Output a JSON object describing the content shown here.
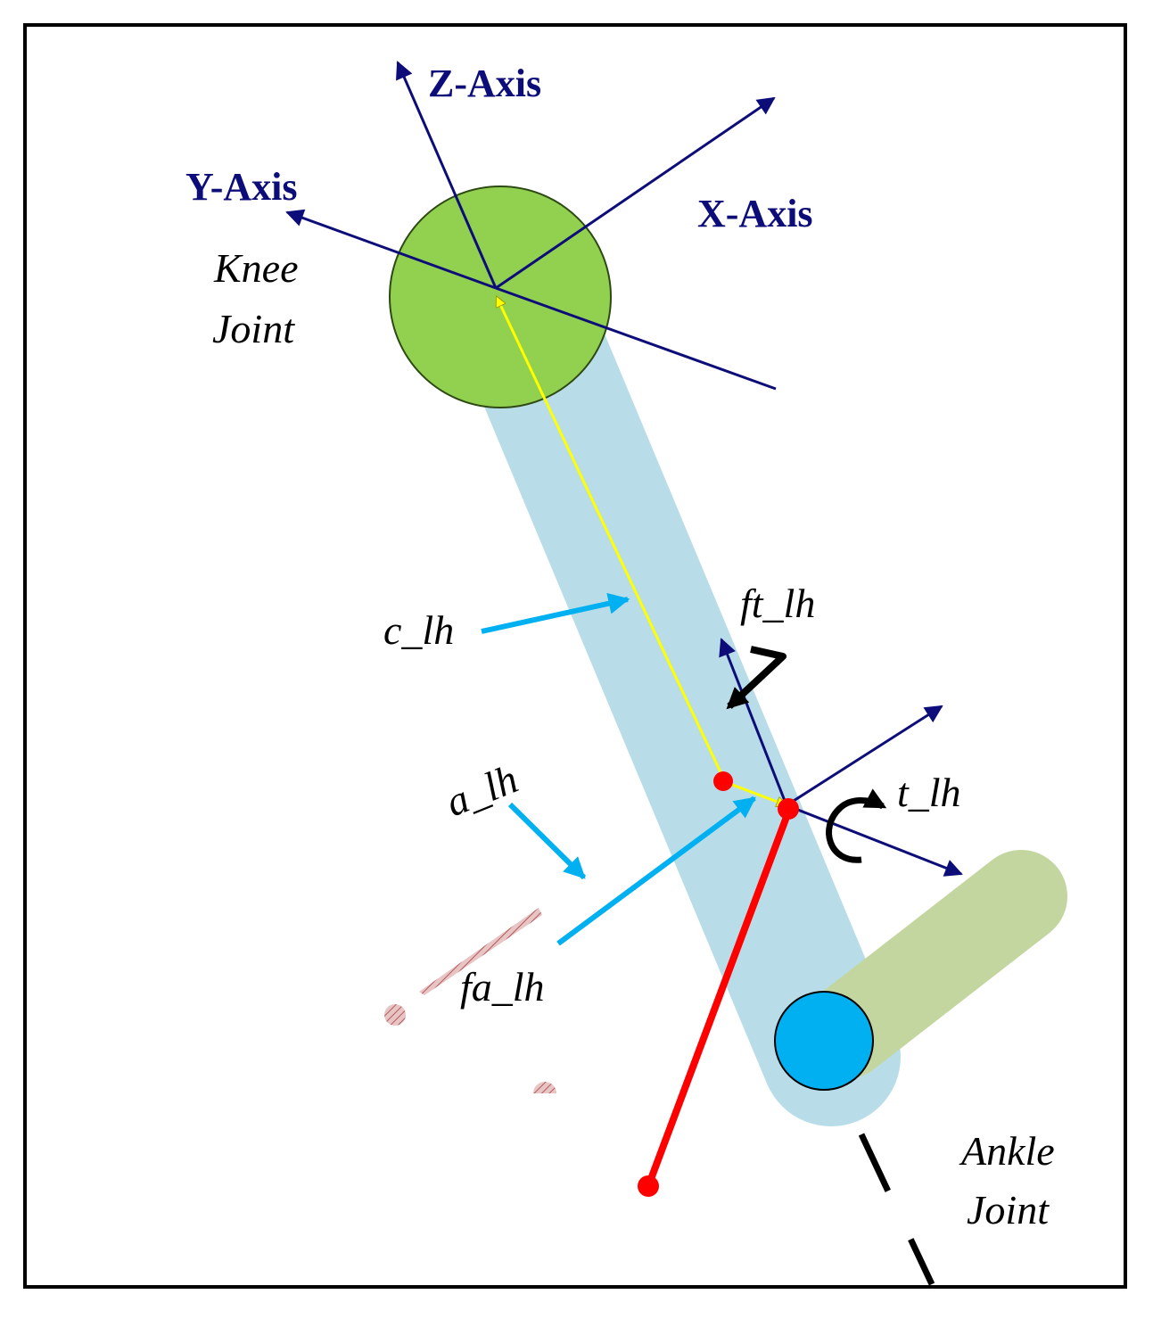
{
  "labels": {
    "z_axis": "Z-Axis",
    "y_axis": "Y-Axis",
    "x_axis": "X-Axis",
    "knee_line1": "Knee",
    "knee_line2": "Joint",
    "ankle_line1": "Ankle",
    "ankle_line2": "Joint",
    "c_lh": "c_lh",
    "a_lh": "a_lh",
    "fa_lh": "fa_lh",
    "ft_lh": "ft_lh",
    "t_lh": "t_lh"
  },
  "colors": {
    "frame": "#000000",
    "axis": "#0d0d7a",
    "knee_fill": "#92d050",
    "shank_fill": "#b8dde8",
    "foot_fill": "#c4d6a0",
    "ankle_fill": "#00b0f0",
    "pointer_arrow": "#00b0f0",
    "distance_vector": "#ffff00",
    "force_line": "#ff0000",
    "moment_arrow": "#000000",
    "faded_marks": "#c07070"
  }
}
